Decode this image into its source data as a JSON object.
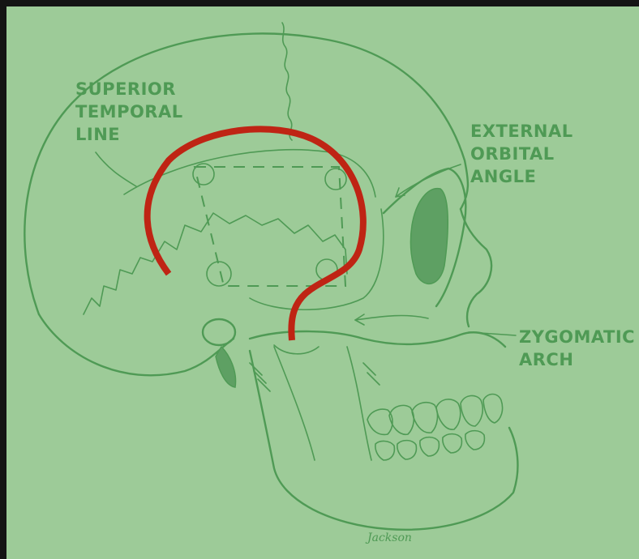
{
  "labels": {
    "superior_temporal_line": [
      "SUPERIOR",
      "TEMPORAL",
      "LINE"
    ],
    "external_orbital_angle": [
      "EXTERNAL",
      "ORBITAL",
      "ANGLE"
    ],
    "zygomatic_arch": [
      "ZYGOMATIC",
      "ARCH"
    ]
  },
  "signature": "Jackson",
  "colors": {
    "background": "#9dcb98",
    "ink": "#4f9a55",
    "incision": "#bf2414",
    "frame": "#141414"
  }
}
